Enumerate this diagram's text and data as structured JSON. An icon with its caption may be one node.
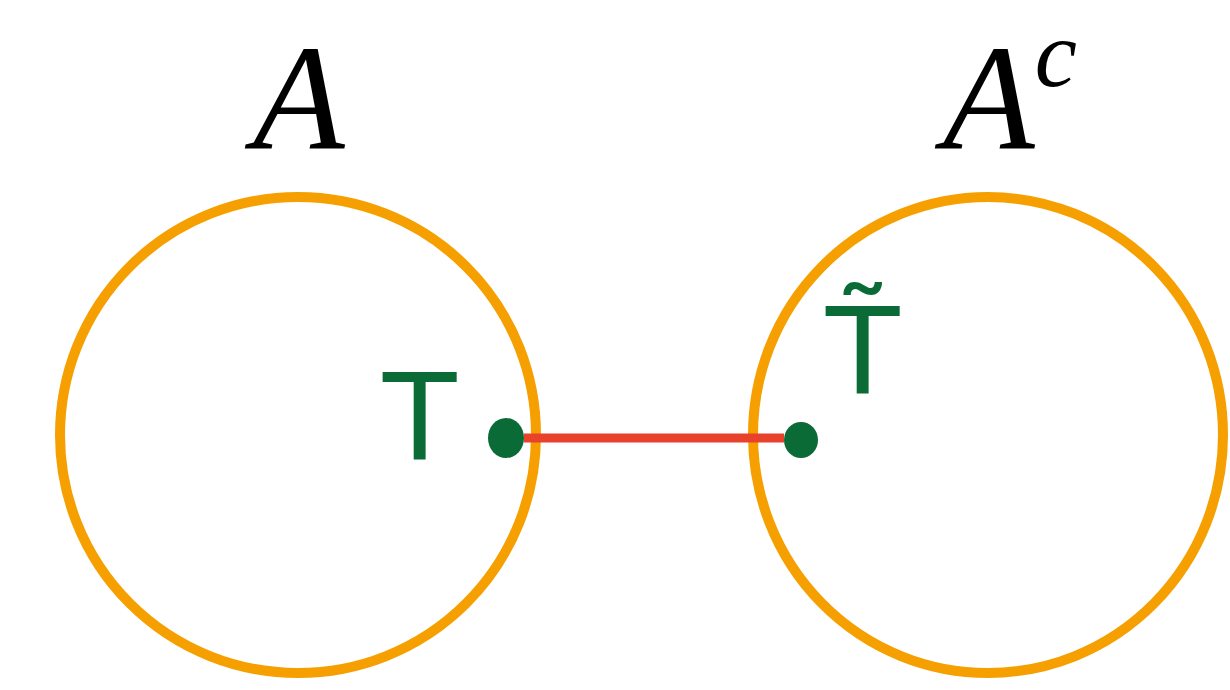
{
  "diagram": {
    "nodes": [
      {
        "text": [
          "A"
        ]
      },
      {
        "text": [],
        "shape": "circle",
        "in": 0,
        "beside": [
          "T"
        ]
      },
      {
        "text": [
          "A$^{c}$"
        ]
      },
      {
        "text": [],
        "shape": "circle",
        "in": 2,
        "beside": [
          "T̃"
        ]
      }
    ],
    "edges": [
      {
        "from": 1,
        "to": 3,
        "arrow": "none",
        "color": "#e8412c"
      }
    ]
  }
}
